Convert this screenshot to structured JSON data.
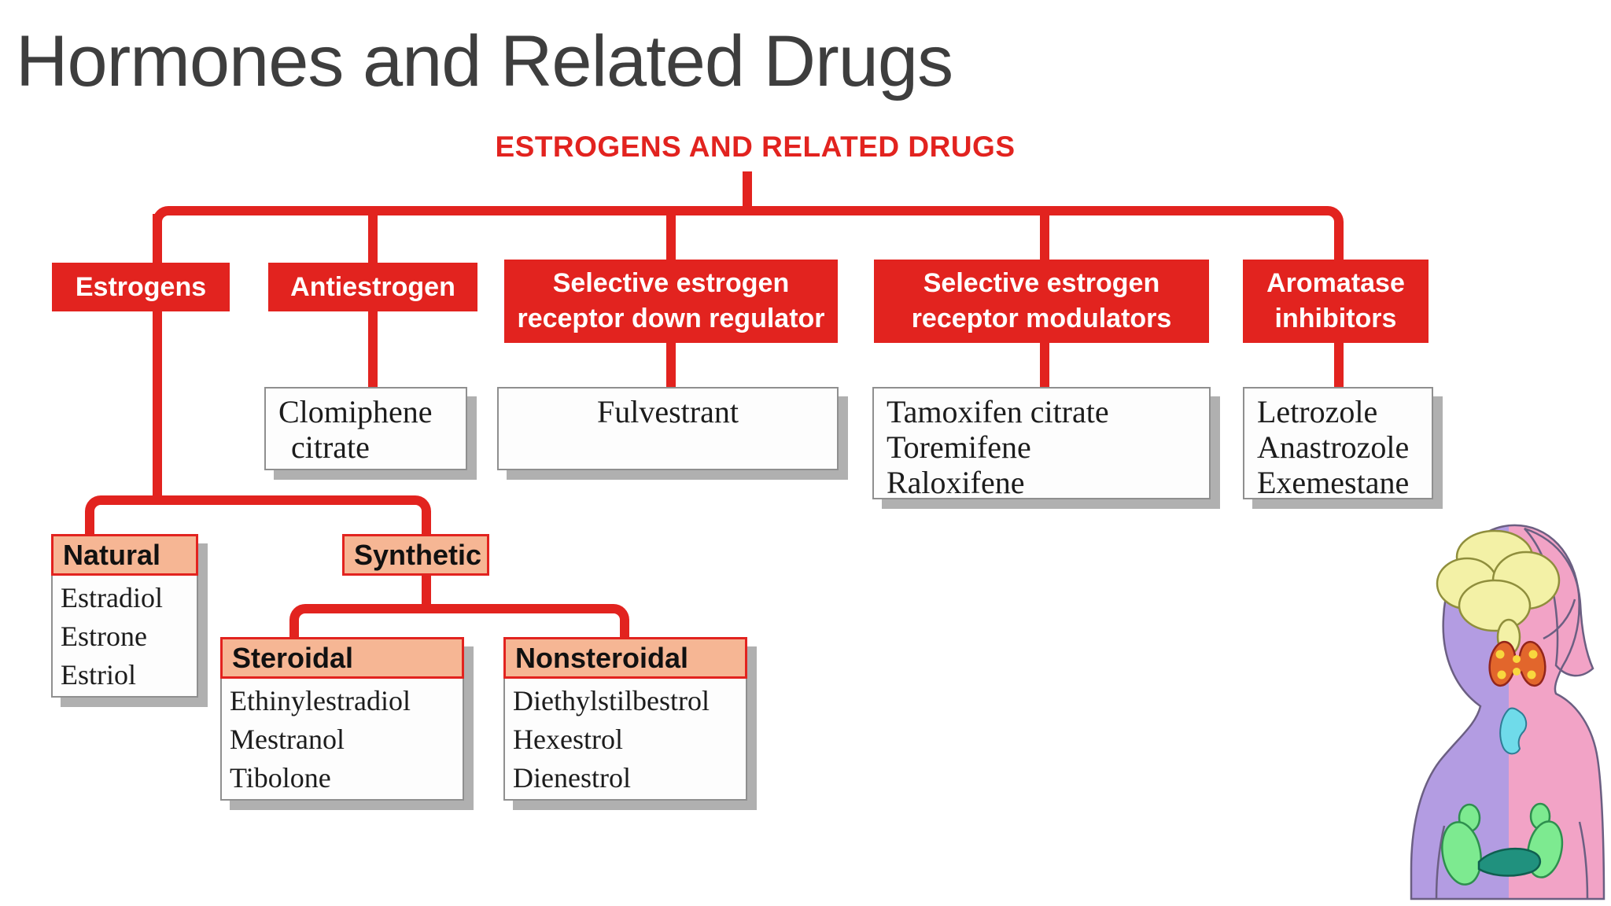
{
  "page_title": "Hormones and Related Drugs",
  "colors": {
    "accent_red": "#e2231f",
    "header_pink": "#f6b694",
    "title_gray": "#3e3e3e",
    "box_border_gray": "#8f8f8f",
    "shadow_gray": "#b0b0b0",
    "text_black": "#1c1c1c"
  },
  "tree": {
    "root_label": "ESTROGENS AND RELATED DRUGS",
    "branches": {
      "estrogens": {
        "label": "Estrogens"
      },
      "antiestrogen": {
        "label": "Antiestrogen",
        "drug_lines": [
          "Clomiphene",
          "citrate"
        ]
      },
      "serd": {
        "label_lines": [
          "Selective estrogen",
          "receptor down regulator"
        ],
        "drug_lines": [
          "Fulvestrant"
        ]
      },
      "serm": {
        "label_lines": [
          "Selective estrogen",
          "receptor modulators"
        ],
        "drug_lines": [
          "Tamoxifen citrate",
          "Toremifene",
          "Raloxifene"
        ]
      },
      "aromatase": {
        "label_lines": [
          "Aromatase",
          "inhibitors"
        ],
        "drug_lines": [
          "Letrozole",
          "Anastrozole",
          "Exemestane"
        ]
      }
    },
    "estrogen_types": {
      "natural": {
        "label": "Natural",
        "drugs": [
          "Estradiol",
          "Estrone",
          "Estriol"
        ]
      },
      "synthetic": {
        "label": "Synthetic"
      }
    },
    "synthetic_types": {
      "steroidal": {
        "label": "Steroidal",
        "drugs": [
          "Ethinylestradiol",
          "Mestranol",
          "Tibolone"
        ]
      },
      "nonsteroidal": {
        "label": "Nonsteroidal",
        "drugs": [
          "Diethylstilbestrol",
          "Hexestrol",
          "Dienestrol"
        ]
      }
    }
  },
  "illustration": {
    "name": "endocrine-system-figure",
    "colors": {
      "body_left": "#b39ce2",
      "body_right": "#f2a3c6",
      "outline": "#6b5f82",
      "brain": "#f3f1a6",
      "brain_outline": "#8f8e3c",
      "thyroid": "#e2662c",
      "thyroid_outline": "#93251b",
      "thyroid_dots": "#f8d73e",
      "thymus": "#6fdbea",
      "thymus_outline": "#2f7d95",
      "glands": "#7dea90",
      "glands_outline": "#2e8f4e",
      "pancreas": "#20917e",
      "pancreas_outline": "#0f5f50"
    }
  }
}
